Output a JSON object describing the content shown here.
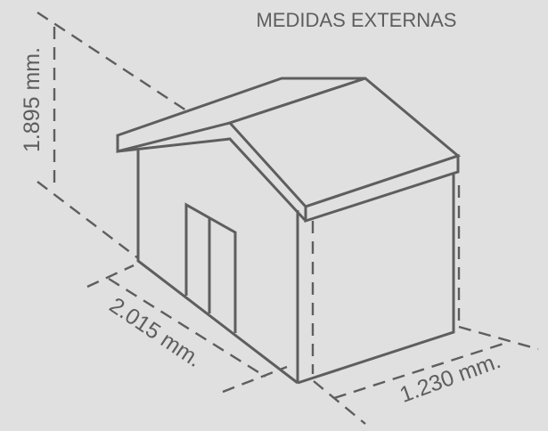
{
  "title": "MEDIDAS EXTERNAS",
  "dimensions": {
    "height": "1.895 mm.",
    "length": "2.015 mm.",
    "width": "1.230 mm."
  },
  "colors": {
    "background": "#e0e0e0",
    "stroke": "#5e5e5e"
  }
}
